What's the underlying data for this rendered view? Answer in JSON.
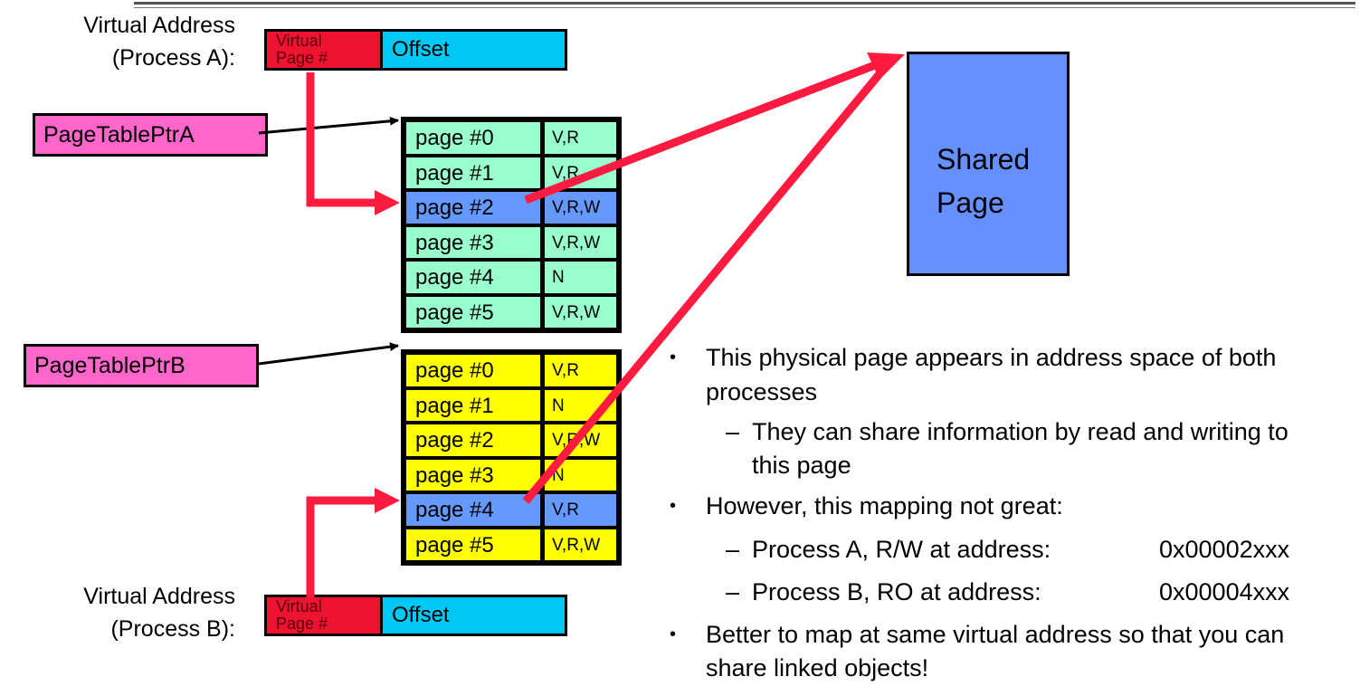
{
  "virtual_address_a": {
    "label_line1": "Virtual Address",
    "label_line2": "(Process A):",
    "vpn_line1": "Virtual",
    "vpn_line2": "Page #",
    "offset": "Offset"
  },
  "virtual_address_b": {
    "label_line1": "Virtual Address",
    "label_line2": "(Process B):",
    "vpn_line1": "Virtual",
    "vpn_line2": "Page #",
    "offset": "Offset"
  },
  "page_table_ptr_a": "PageTablePtrA",
  "page_table_ptr_b": "PageTablePtrB",
  "page_table_a": [
    {
      "page": "page #0",
      "bits": "V,R"
    },
    {
      "page": "page #1",
      "bits": "V,R"
    },
    {
      "page": "page #2",
      "bits": "V,R,W"
    },
    {
      "page": "page #3",
      "bits": "V,R,W"
    },
    {
      "page": "page #4",
      "bits": "N"
    },
    {
      "page": "page #5",
      "bits": "V,R,W"
    }
  ],
  "page_table_b": [
    {
      "page": "page #0",
      "bits": "V,R"
    },
    {
      "page": "page #1",
      "bits": "N"
    },
    {
      "page": "page #2",
      "bits": "V,R,W"
    },
    {
      "page": "page #3",
      "bits": "N"
    },
    {
      "page": "page #4",
      "bits": "V,R"
    },
    {
      "page": "page #5",
      "bits": "V,R,W"
    }
  ],
  "shared_page": {
    "line1": "Shared",
    "line2": "Page"
  },
  "bullets": {
    "b1_line1": "This physical page appears in address space of both",
    "b1_line2": "processes",
    "b1_sub1_line1": "They can share information by read and writing to",
    "b1_sub1_line2": "this page",
    "b2": "However, this mapping not great:",
    "b2_sub1_text": "Process A, R/W at address:",
    "b2_sub1_addr": "0x00002xxx",
    "b2_sub2_text": "Process B, RO at address:",
    "b2_sub2_addr": "0x00004xxx",
    "b3_line1": "Better to map at same virtual address so that you can",
    "b3_line2": "share linked objects!"
  },
  "colors": {
    "vpn": "#ee1430",
    "offset": "#00c8f5",
    "pointer": "#ff66cc",
    "table_a": "#99ffcc",
    "table_b": "#ffff00",
    "shared": "#6690ff",
    "arrow_red": "#ff1a40"
  }
}
